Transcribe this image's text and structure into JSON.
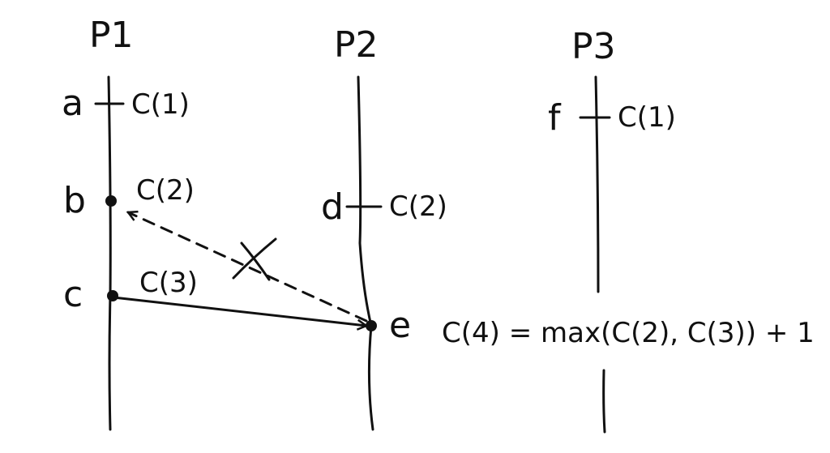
{
  "processes": [
    {
      "label": "P1"
    },
    {
      "label": "P2"
    },
    {
      "label": "P3"
    }
  ],
  "events": [
    {
      "name": "a",
      "clock": "C(1)"
    },
    {
      "name": "b",
      "clock": "C(2)"
    },
    {
      "name": "c",
      "clock": "C(3)"
    },
    {
      "name": "d",
      "clock": "C(2)"
    },
    {
      "name": "e",
      "clock": "C(4) = max(C(2), C(3)) + 1"
    },
    {
      "name": "f",
      "clock": "C(1)"
    }
  ],
  "colors": {
    "ink": "#111111",
    "background": "#ffffff"
  }
}
